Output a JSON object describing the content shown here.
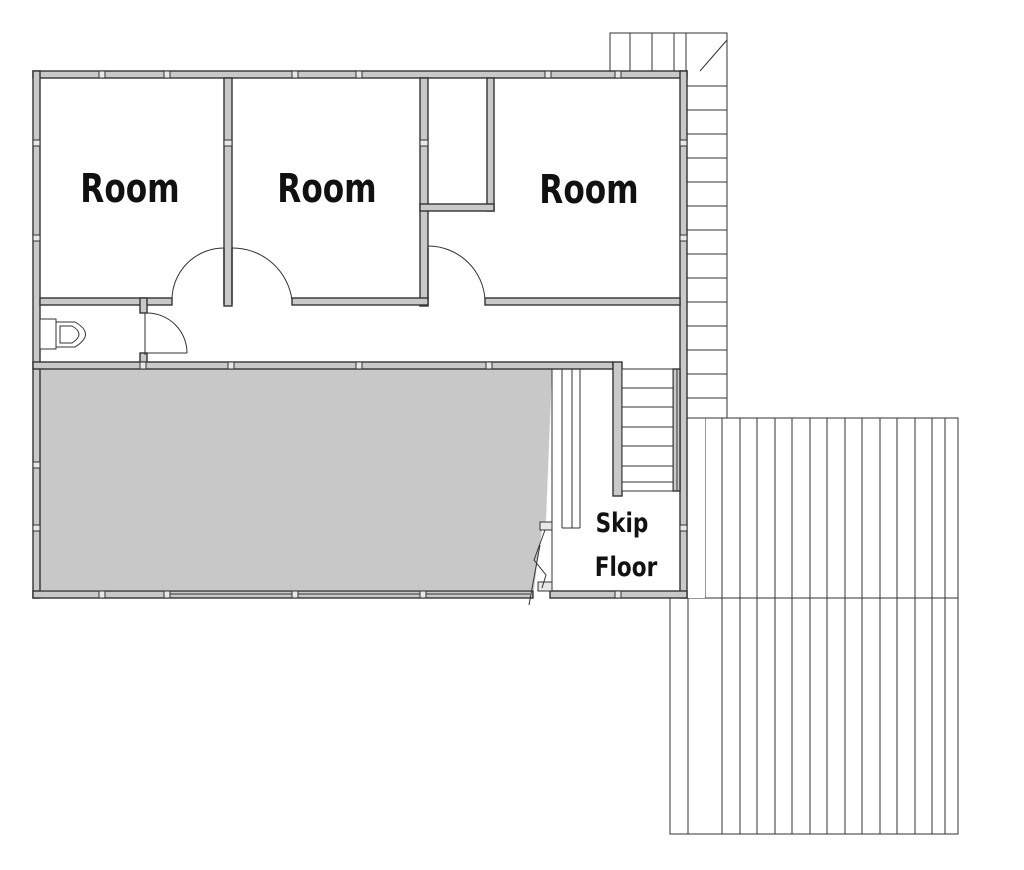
{
  "labels": {
    "room_left": "Room",
    "room_middle": "Room",
    "room_right": "Room",
    "skip_floor_line1": "Skip",
    "skip_floor_line2": "Floor"
  },
  "colors": {
    "wall_fill": "#c9c9c9",
    "line": "#333333",
    "shaded_area": "#c8c8c8",
    "background": "#ffffff"
  }
}
